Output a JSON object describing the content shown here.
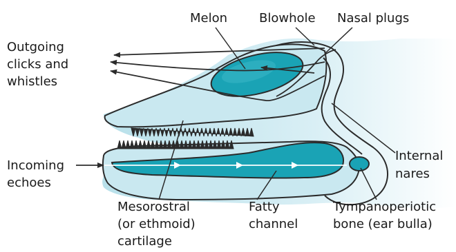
{
  "labels": {
    "melon": "Melon",
    "blowhole": "Blowhole",
    "nasal_plugs": "Nasal plugs",
    "outgoing": [
      "Outgoing",
      "clicks and",
      "whistles"
    ],
    "incoming": [
      "Incoming",
      "echoes"
    ],
    "internal_nares": [
      "Internal",
      "nares"
    ],
    "mesorostral": [
      "Mesorostral",
      "(or ethmoid)",
      "cartilage"
    ],
    "fatty_channel": [
      "Fatty",
      "channel"
    ],
    "tympanoperiotic": [
      "Tympanoperiotic",
      "bone (ear bulla)"
    ]
  },
  "colors": {
    "skull_fill": "#d6eef4",
    "skull_light": "#f2fafc",
    "fat_fill": "#1aa3b5",
    "outline": "#2b2b2b"
  }
}
